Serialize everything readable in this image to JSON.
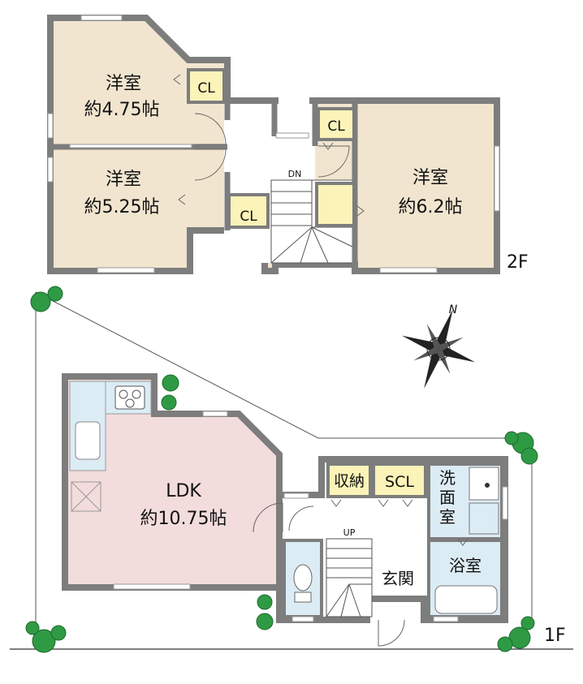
{
  "floor2": {
    "label": "2F",
    "rooms": [
      {
        "name": "洋室",
        "size": "約4.75帖"
      },
      {
        "name": "洋室",
        "size": "約5.25帖"
      },
      {
        "name": "洋室",
        "size": "約6.2帖"
      }
    ],
    "closets": [
      "CL",
      "CL",
      "CL"
    ],
    "stair_label": "DN"
  },
  "floor1": {
    "label": "1F",
    "ldk": {
      "name": "LDK",
      "size": "約10.75帖"
    },
    "storage": "収納",
    "shoe_closet": "SCL",
    "washroom": [
      "洗",
      "面",
      "室"
    ],
    "bath": "浴室",
    "entrance": "玄関",
    "stair_label": "UP"
  },
  "compass": {
    "north_label": "N"
  },
  "colors": {
    "bedroom": "#f1e5cf",
    "ldk": "#f3dcdc",
    "wet": "#dcecf5",
    "closet": "#fbf3b8",
    "wall": "#7d7d7d",
    "tree": "#2f9a44"
  }
}
